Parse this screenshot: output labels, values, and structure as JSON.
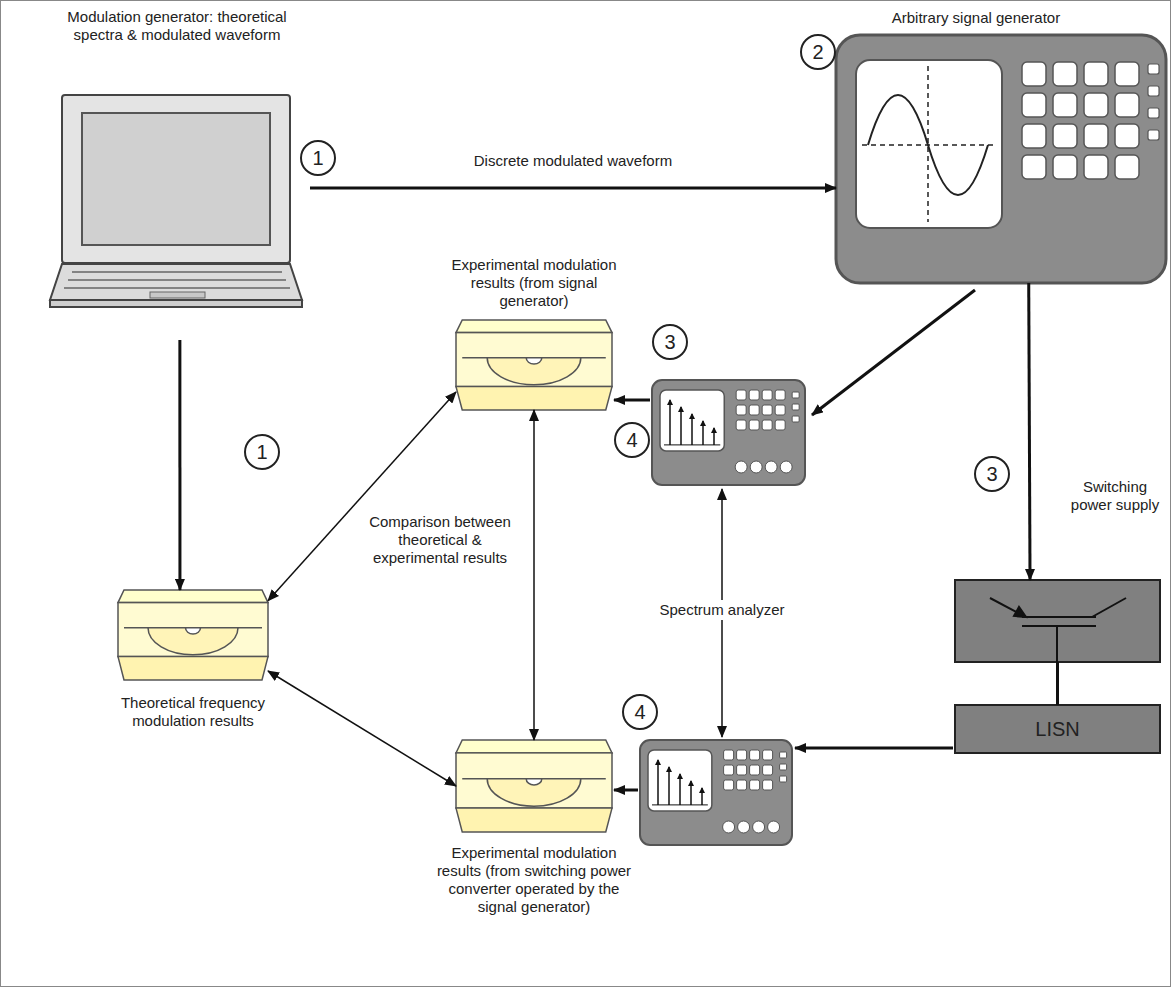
{
  "diagram": {
    "nodes": [
      {
        "text": [
          "Modulation generator: theoretical spectra & modulated waveform"
        ]
      },
      {
        "text": [
          "Arbitrary signal generator"
        ]
      },
      {
        "text": [
          "Experimental modulation results (from signal generator)"
        ]
      },
      {
        "text": [
          "Theoretical frequency modulation results"
        ]
      },
      {
        "text": [
          "Experimental modulation results (from switching power converter operated by the signal generator)"
        ]
      },
      {
        "text": [
          "Switching power supply"
        ]
      },
      {
        "text": [
          "LISN"
        ]
      }
    ],
    "edges": [
      {
        "from": 0,
        "to": 1,
        "label": "Discrete modulated waveform",
        "arrow": "to"
      },
      {
        "from": 0,
        "to": 3,
        "arrow": "to"
      },
      {
        "from": 3,
        "to": 2,
        "arrow": "both"
      },
      {
        "from": 3,
        "to": 4,
        "arrow": "both"
      },
      {
        "from": 2,
        "to": 4,
        "arrow": "both"
      },
      {
        "from": 1,
        "to": 5,
        "arrow": "to"
      },
      {
        "from": 5,
        "to": 6,
        "arrow": "none"
      }
    ],
    "labels": [
      "1",
      "2",
      "1",
      "3",
      "3",
      "Spectrum analyzer",
      "Comparison between theoretical & experimental results",
      "4",
      "4"
    ]
  }
}
